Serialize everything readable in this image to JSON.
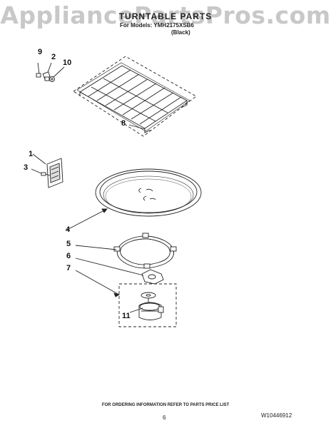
{
  "watermark": "AppliancePartsPros.com",
  "header": {
    "title": "TURNTABLE PARTS",
    "models": "For Models: YMH2175XSB6",
    "color": "(Black)"
  },
  "callouts": {
    "c9": "9",
    "c2": "2",
    "c10": "10",
    "c8": "8",
    "c1": "1",
    "c3": "3",
    "c4": "4",
    "c5": "5",
    "c6": "6",
    "c7": "7",
    "c11": "11"
  },
  "footer": {
    "ordering": "FOR ORDERING INFORMATION REFER TO PARTS PRICE LIST",
    "page": "6",
    "doc_number": "W10446912"
  }
}
